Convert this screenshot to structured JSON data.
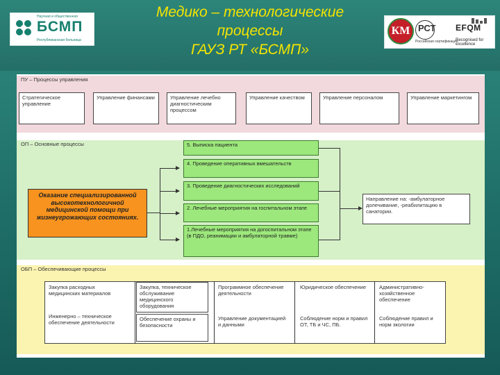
{
  "header": {
    "title_lines": [
      "Медико – технологические",
      "процессы",
      "ГАУЗ РТ «БСМП»"
    ],
    "logo_left": {
      "brand": "БСМП",
      "top_caption": "Научная и общественная",
      "bottom_caption": "Республиканская больница"
    },
    "logo_right": {
      "seal_text": "КМ",
      "rst_text": "РСТ",
      "rst_caption": "Российская сертификация",
      "efqm_text": "EFQM",
      "efqm_caption": "Recognised for excellence"
    }
  },
  "colors": {
    "title": "#f4e400",
    "management_band": "#f2d9dd",
    "core_band": "#d6f0c8",
    "support_band": "#fbf3b0",
    "core_step": "#9de87c",
    "highlight": "#f7931e"
  },
  "management": {
    "label": "ПУ – Процессы управления",
    "items": [
      "Стратегическое управление",
      "Управление финансами",
      "Управление лечебно диагностическим процессом",
      "Управление качеством",
      "Управление персоналом",
      "Управление маркетингом"
    ]
  },
  "core": {
    "label": "ОП – Основные процессы",
    "steps": [
      "5. Выписка пациента",
      "4. Проведение оперативных вмешательств",
      "3. Проведение диагностических исследований",
      "2. Лечебные мероприятия на госпитальном этапе",
      "1.Лечебные мероприятия на догоспитальном этапе (в ПДО, реанимации и амбулаторной травме)"
    ],
    "highlight": "Оказание специализированной высокотехнологичной медицинской помощи при жизнеугрожающих состояниях.",
    "referral": "Направление на: -амбулаторное долечивание, -реабилитацию в санатории."
  },
  "support": {
    "label": "ОБП – Обеспечивающие процессы",
    "items": [
      "Закупка расходных медицинских материалов",
      "Инженерно – техническое обеспечение деятельности",
      "Закупка, техническое обслуживание медицинского оборудования",
      "Обеспечение охраны и безопасности",
      "Программное обеспечение деятельности",
      "Управление документацией и данными",
      "Юридическое обеспечение",
      "Соблюдение норм и правил ОТ, ТБ и ЧС, ПБ.",
      "Административно-хозяйственное обеспечение",
      "Соблюдение правил и норм экологии"
    ]
  }
}
